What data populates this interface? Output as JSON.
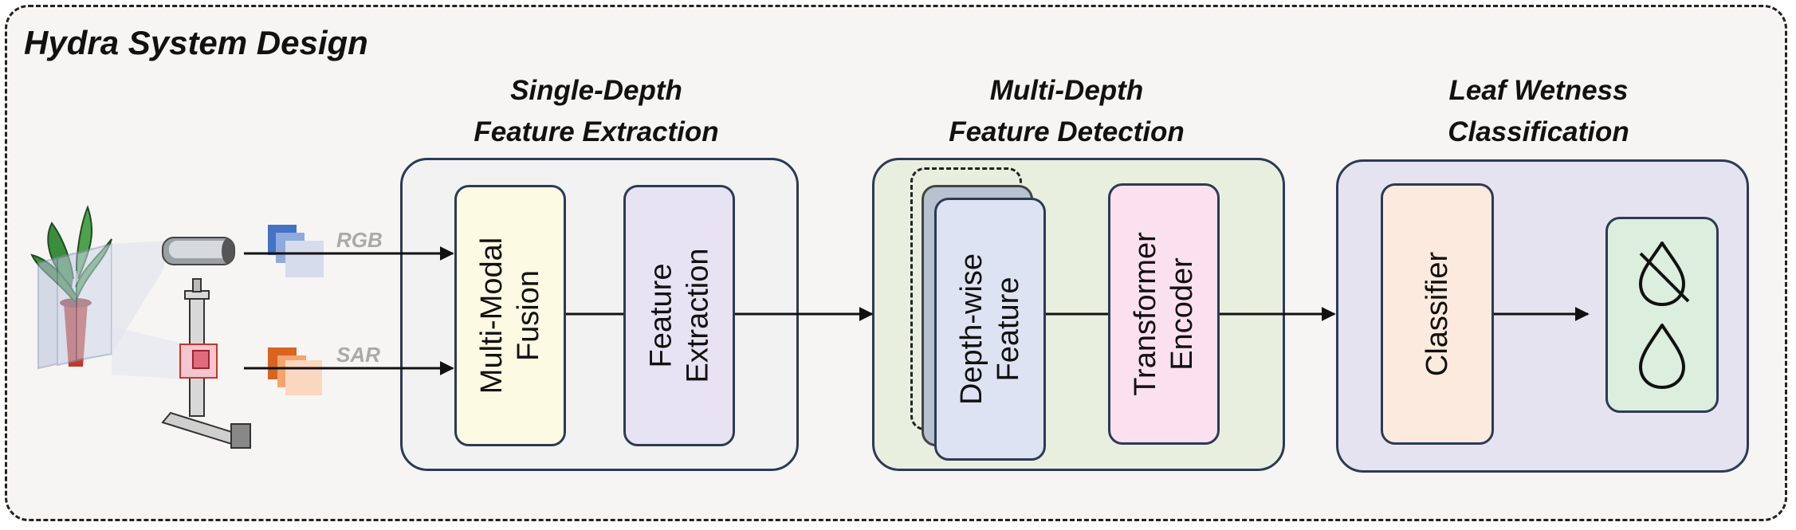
{
  "title": "Hydra System Design",
  "stages": {
    "single_depth": {
      "line1": "Single-Depth",
      "line2": "Feature Extraction"
    },
    "multi_depth": {
      "line1": "Multi-Depth",
      "line2": "Feature Detection"
    },
    "classification": {
      "line1": "Leaf Wetness",
      "line2": "Classification"
    }
  },
  "inputs": {
    "rgb": "RGB",
    "sar": "SAR"
  },
  "blocks": {
    "fusion_line1": "Multi-Modal",
    "fusion_line2": "Fusion",
    "extraction_line1": "Feature",
    "extraction_line2": "Extraction",
    "depthwise_line1": "Depth-wise",
    "depthwise_line2": "Feature",
    "transformer_line1": "Transformer",
    "transformer_line2": "Encoder",
    "classifier": "Classifier"
  },
  "icons": [
    "dry-leaf-icon",
    "wet-droplet-icon",
    "camera-icon",
    "radar-rig-icon",
    "plant-icon"
  ],
  "colors": {
    "panel1": "#f2f2f2",
    "panel2": "#e9efdf",
    "panel3": "#e6e3f1",
    "fusion": "#fdfae3",
    "extraction": "#e7e3f3",
    "depthwise": "#dde3f2",
    "transformer": "#fbe1ef",
    "classifier": "#fdeade",
    "output": "#dceedd",
    "rgb": "#4472c4",
    "sar": "#e0772f"
  }
}
